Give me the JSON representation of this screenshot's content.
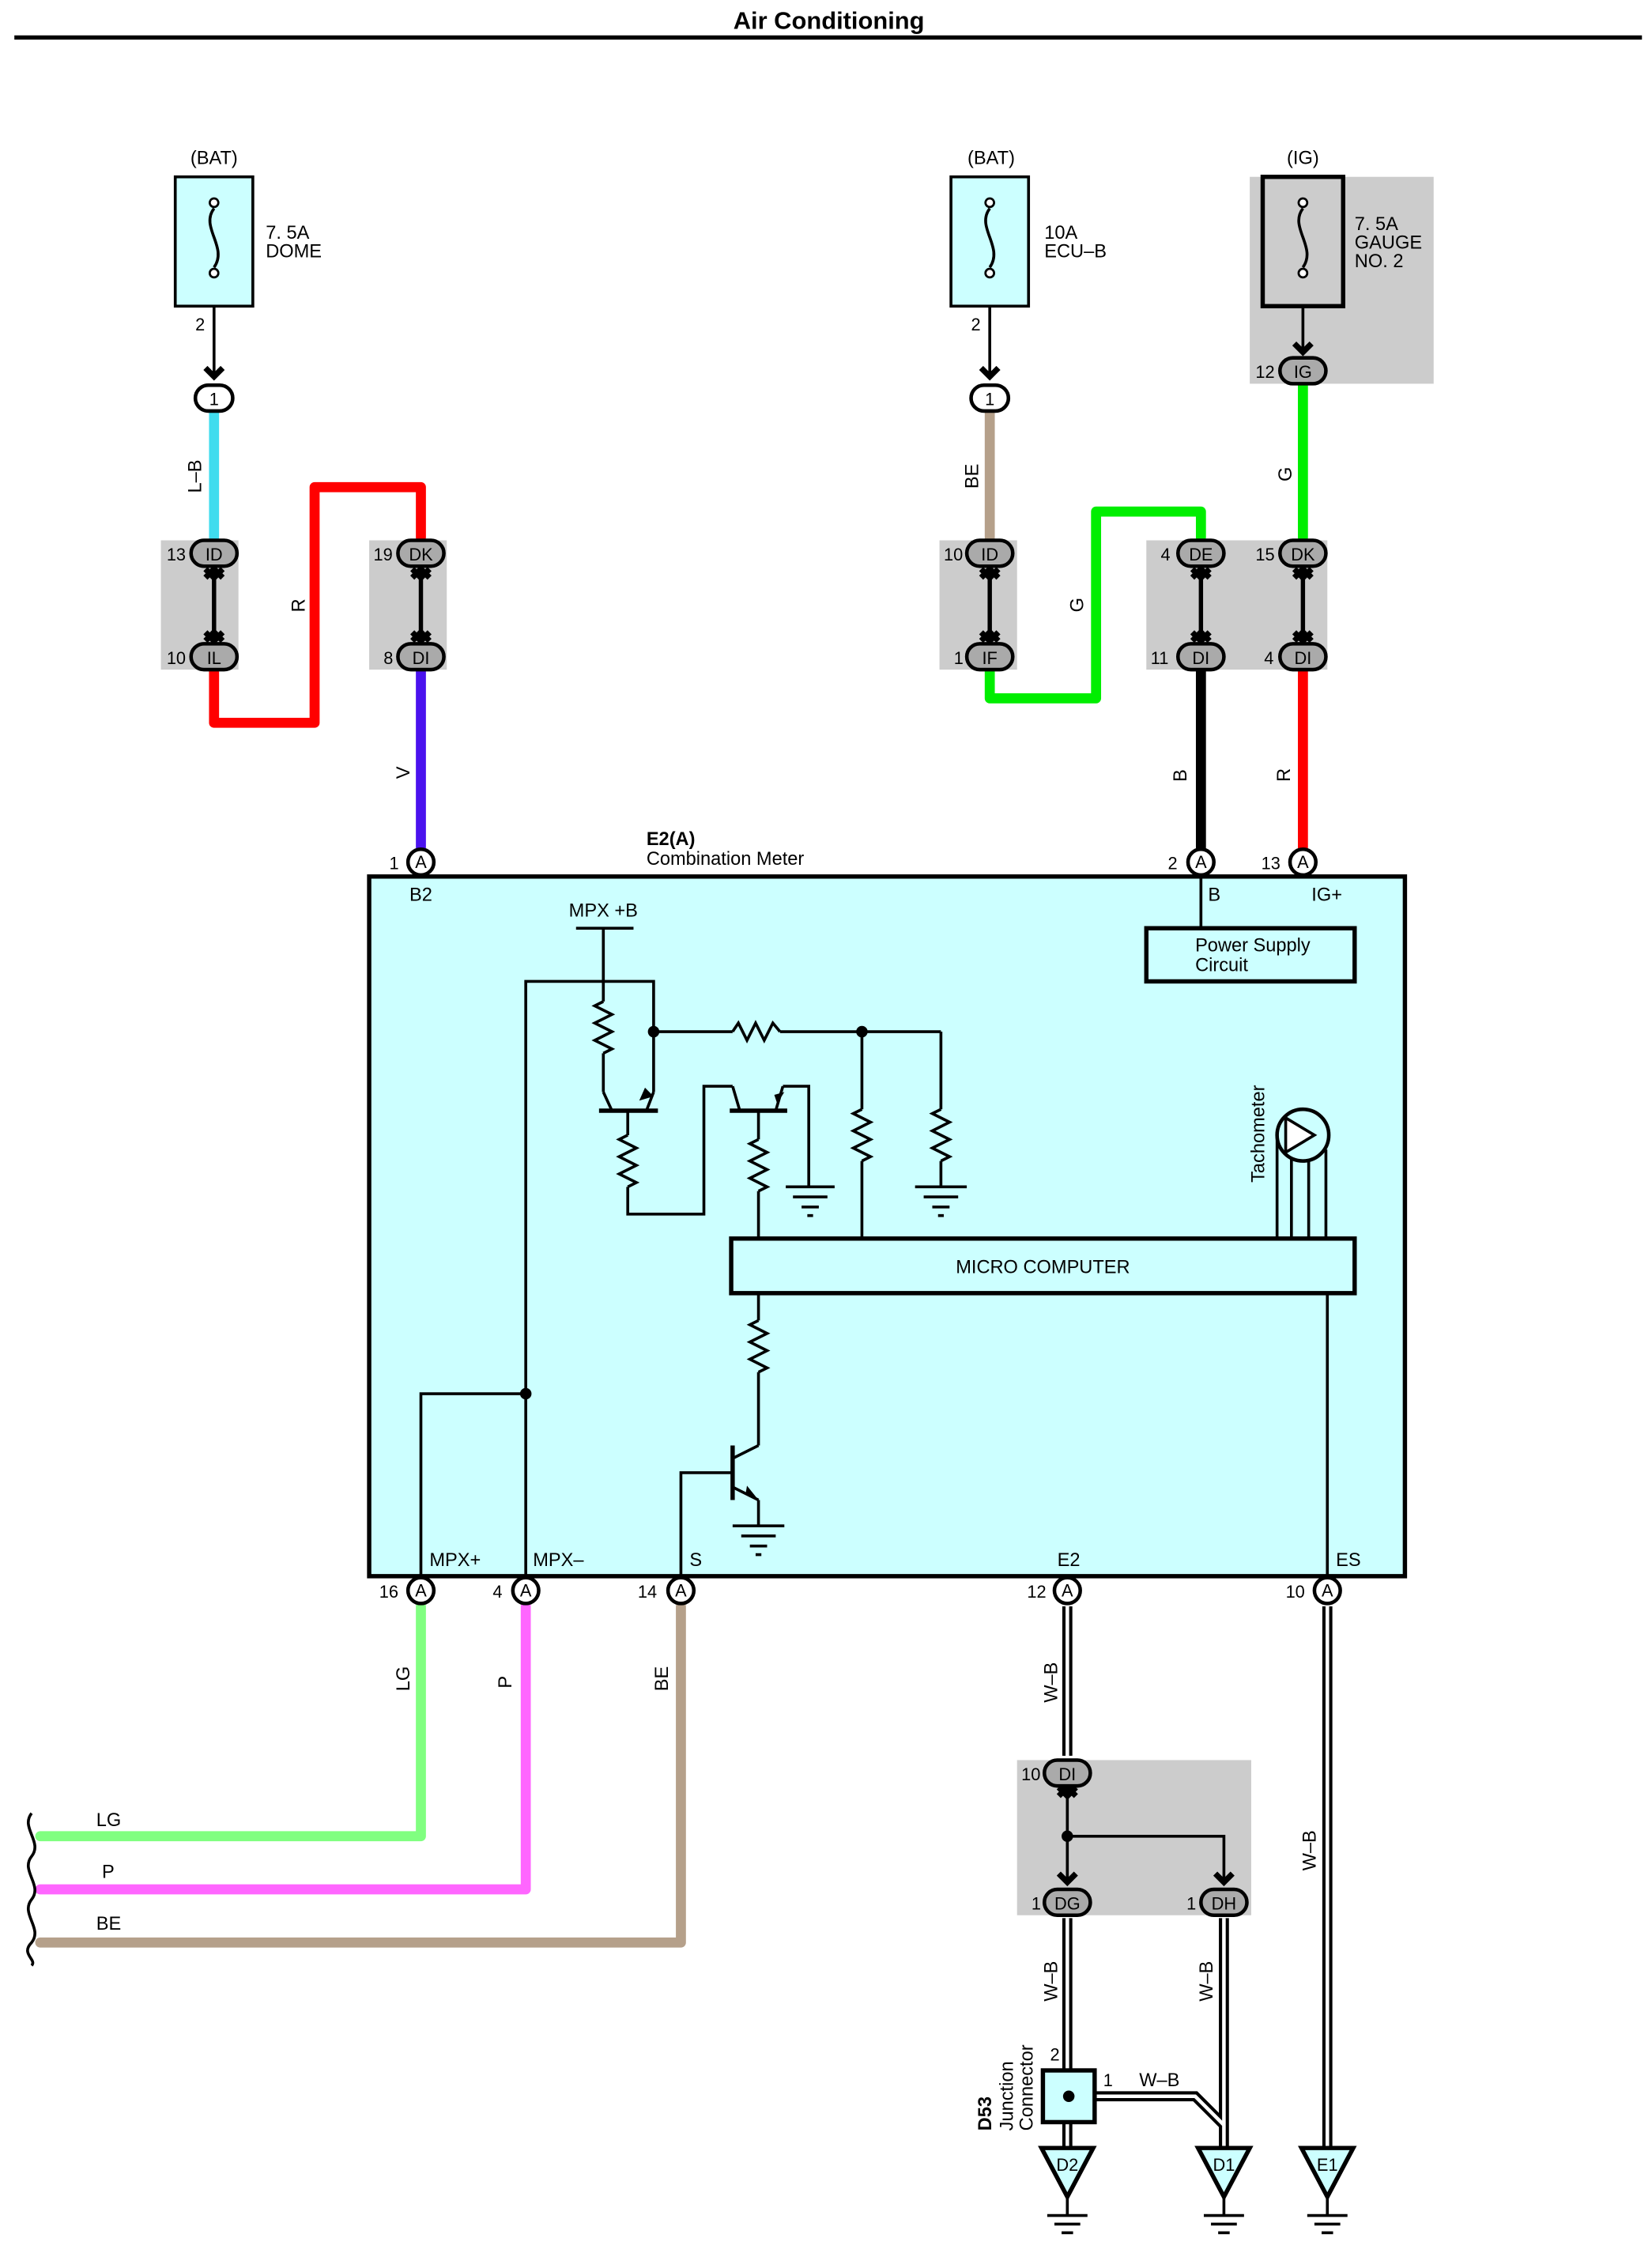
{
  "title": "Air Conditioning",
  "fuses": {
    "dome": {
      "source": "(BAT)",
      "rating": "7. 5A",
      "name": "DOME",
      "pin": "2"
    },
    "ecub": {
      "source": "(BAT)",
      "rating": "10A",
      "name": "ECU–B",
      "pin": "2"
    },
    "gauge": {
      "source": "(IG)",
      "rating": "7. 5A",
      "name_line1": "GAUGE",
      "name_line2": "NO. 2"
    }
  },
  "connectors": {
    "dome_out": {
      "cavity": "1"
    },
    "ecub_out": {
      "cavity": "1"
    },
    "ig": {
      "cavity": "IG",
      "pin": "12"
    },
    "id_left": {
      "cavity": "ID",
      "pin": "13"
    },
    "il": {
      "cavity": "IL",
      "pin": "10"
    },
    "dk_left": {
      "cavity": "DK",
      "pin": "19"
    },
    "di_left": {
      "cavity": "DI",
      "pin": "8"
    },
    "id_right": {
      "cavity": "ID",
      "pin": "10"
    },
    "if": {
      "cavity": "IF",
      "pin": "1"
    },
    "de": {
      "cavity": "DE",
      "pin": "4"
    },
    "di_mid": {
      "cavity": "DI",
      "pin": "11"
    },
    "dk_right": {
      "cavity": "DK",
      "pin": "15"
    },
    "di_right": {
      "cavity": "DI",
      "pin": "4"
    },
    "di_bottom": {
      "cavity": "DI",
      "pin": "10"
    },
    "dg": {
      "cavity": "DG",
      "pin": "1"
    },
    "dh": {
      "cavity": "DH",
      "pin": "1"
    }
  },
  "wires": {
    "lb": "L–B",
    "r_left": "R",
    "v": "V",
    "be_top": "BE",
    "g_mid": "G",
    "g_right": "G",
    "b": "B",
    "r_right": "R",
    "lg": "LG",
    "p": "P",
    "be": "BE",
    "wb1": "W–B",
    "wb2": "W–B",
    "wb3": "W–B",
    "wb4": "W–B",
    "wb5": "W–B"
  },
  "colors": {
    "lb": "#40dcee",
    "red": "#ff0000",
    "violet": "#4a12ee",
    "beige": "#b5a08a",
    "green": "#00ee00",
    "black": "#000000",
    "light_green": "#80ff80",
    "pink": "#ff66ff",
    "meter_fill": "#ccffff",
    "connector_bg": "#cccccc",
    "fuse_fill": "#ccffff"
  },
  "meter": {
    "ref": "E2(A)",
    "name": "Combination Meter",
    "pins_top": [
      {
        "num": "1",
        "label": "B2",
        "cav": "A"
      },
      {
        "num": "2",
        "label": "B",
        "cav": "A"
      },
      {
        "num": "13",
        "label": "IG+",
        "cav": "A"
      }
    ],
    "pins_bottom": [
      {
        "num": "16",
        "label": "MPX+",
        "cav": "A"
      },
      {
        "num": "4",
        "label": "MPX–",
        "cav": "A"
      },
      {
        "num": "14",
        "label": "S",
        "cav": "A"
      },
      {
        "num": "12",
        "label": "E2",
        "cav": "A"
      },
      {
        "num": "10",
        "label": "ES",
        "cav": "A"
      }
    ],
    "mpx_b": "MPX +B",
    "power_supply_line1": "Power Supply",
    "power_supply_line2": "Circuit",
    "micro_computer": "MICRO COMPUTER",
    "tachometer": "Tachometer"
  },
  "junction": {
    "ref": "D53",
    "line1": "Junction",
    "line2": "Connector",
    "pin_top": "2",
    "pin_right": "1"
  },
  "grounds": [
    "D2",
    "D1",
    "E1"
  ]
}
